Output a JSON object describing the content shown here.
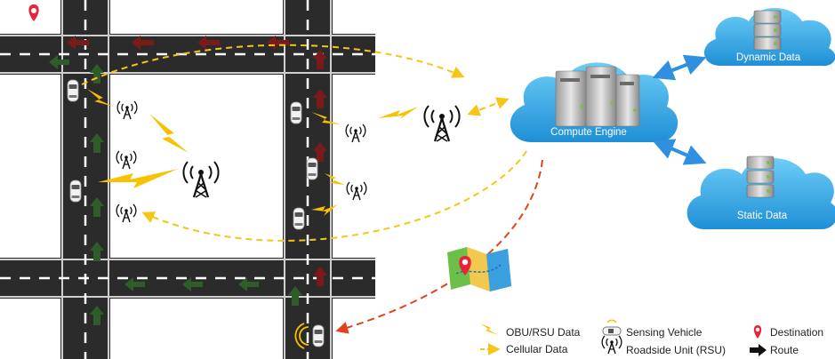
{
  "clouds": {
    "compute": "Compute Engine",
    "dynamic": "Dynamic Data",
    "static": "Static Data"
  },
  "legend": {
    "obu_rsu": "OBU/RSU Data",
    "cellular": "Cellular Data",
    "sensing": "Sensing Vehicle",
    "rsu": "Roadside Unit (RSU)",
    "destination": "Destination",
    "route": "Route"
  },
  "colors": {
    "road": "#2b2b2b",
    "cloud": "#29a6e8",
    "cellular_link": "#f5c518",
    "obu_link": "#f7c200",
    "route_arrow": "#e0431c",
    "destination_pin": "#e8233a",
    "green_arrow": "#2e5d2a",
    "red_arrow": "#7a1a1a",
    "double_arrow": "#2f8fe0"
  }
}
